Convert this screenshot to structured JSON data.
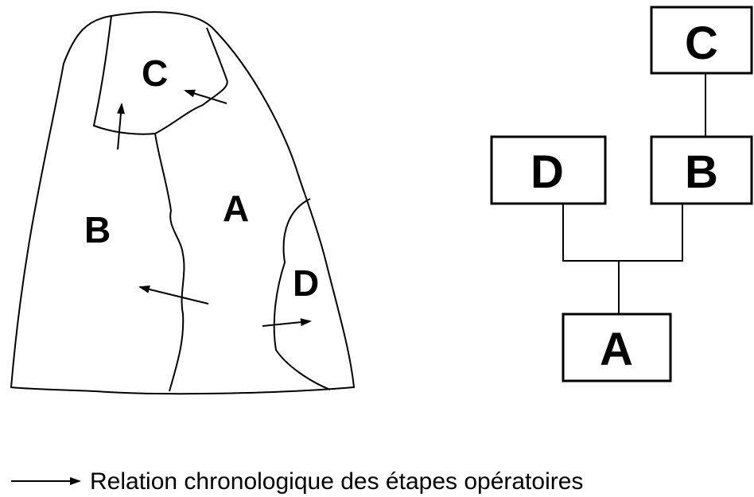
{
  "artifact": {
    "regions": [
      {
        "id": "A",
        "label": "A"
      },
      {
        "id": "B",
        "label": "B"
      },
      {
        "id": "C",
        "label": "C"
      },
      {
        "id": "D",
        "label": "D"
      }
    ]
  },
  "sequence": {
    "nodes": [
      {
        "id": "C",
        "label": "C"
      },
      {
        "id": "B",
        "label": "B"
      },
      {
        "id": "D",
        "label": "D"
      },
      {
        "id": "A",
        "label": "A"
      }
    ],
    "links": [
      {
        "from": "C",
        "to": "B"
      },
      {
        "from": "D",
        "to": "A"
      },
      {
        "from": "B",
        "to": "A"
      }
    ]
  },
  "legend": {
    "text": "Relation chronologique des étapes opératoires"
  },
  "colors": {
    "stroke": "#000000",
    "background": "#ffffff"
  }
}
